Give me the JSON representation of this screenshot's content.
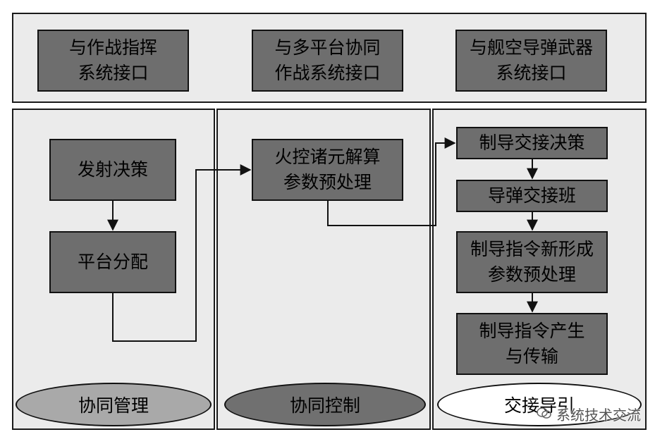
{
  "top_interfaces": [
    {
      "label": "与作战指挥\n系统接口"
    },
    {
      "label": "与多平台协同\n作战系统接口"
    },
    {
      "label": "与舰空导弹武器\n系统接口"
    }
  ],
  "columns": [
    {
      "title": "协同管理",
      "ellipse_color": "#a9a9a9",
      "boxes": [
        "发射决策",
        "平台分配"
      ]
    },
    {
      "title": "协同控制",
      "ellipse_color": "#707070",
      "boxes": [
        "火控诸元解算\n参数预处理"
      ]
    },
    {
      "title": "交接导引",
      "ellipse_color": "#ffffff",
      "boxes": [
        "制导交接决策",
        "导弹交接班",
        "制导指令新形成\n参数预处理",
        "制导指令产生\n与传输"
      ]
    }
  ],
  "colors": {
    "panel_bg": "#ebebeb",
    "box_fill": "#6e6e6e",
    "line": "#111111"
  },
  "watermark": {
    "icon": "wechat-icon",
    "text": "系统技术交流"
  }
}
